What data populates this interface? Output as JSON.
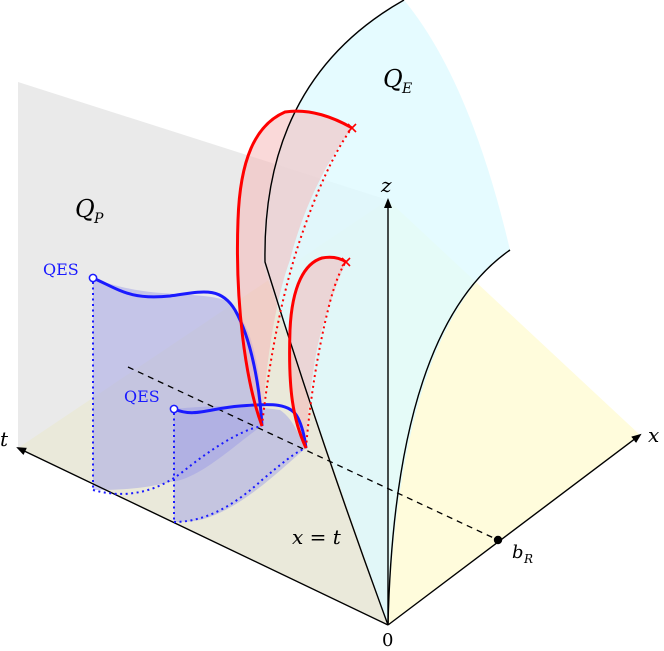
{
  "labels": {
    "axis_x": "x",
    "axis_z": "z",
    "axis_t": "t",
    "origin": "0",
    "line_x_eq_t": "x = t",
    "b_R": "b",
    "b_R_sub": "R",
    "QP_main": "Q",
    "QP_sub": "P",
    "QE_main": "Q",
    "QE_sub": "E",
    "qes_upper": "QES",
    "qes_lower": "QES"
  },
  "colors": {
    "blue": "#1a1aff",
    "red": "#ff0000",
    "plane_grey": "#e6e6e6",
    "plane_yellow": "#fffbd6",
    "plane_cyan": "#e0fbff",
    "red_fill": "#f2c7c7",
    "blue_fill": "#c2c2ec"
  }
}
